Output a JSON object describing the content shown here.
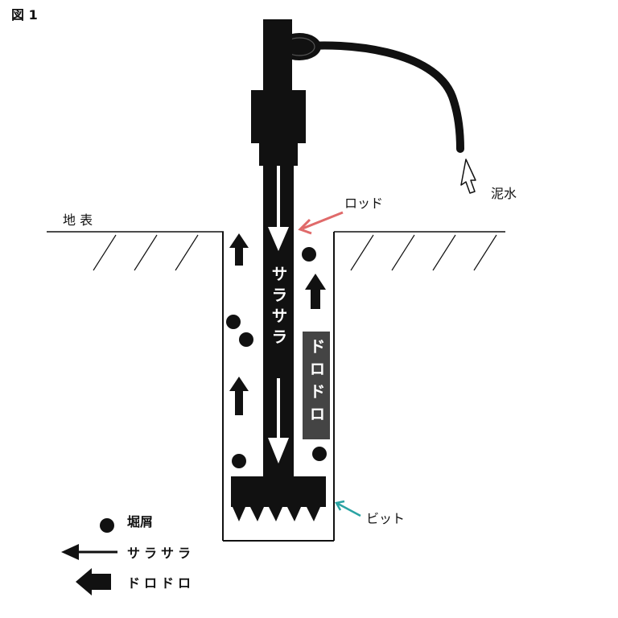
{
  "figure_label": "図 1",
  "labels": {
    "ground_surface": "地 表",
    "rod": "ロッド",
    "mud_water": "泥水",
    "bit": "ビット"
  },
  "in_figure": {
    "sarasara": "サラサラ",
    "dorodoro": "ドロドロ"
  },
  "legend": {
    "cuttings": "堀屑",
    "sarasara": "サラサラ",
    "dorodoro": "ドロドロ"
  },
  "colors": {
    "ink": "#111111",
    "rod_pointer": "#e06a6a",
    "bit_pointer": "#2aa3a3",
    "dorodoro_box": "#444444",
    "white": "#ffffff"
  },
  "icons": {
    "inlet_arrow": "hollow-arrow-icon",
    "cuttings": "dot-icon",
    "sarasara": "thin-arrow-icon",
    "dorodoro": "bold-arrow-icon"
  }
}
